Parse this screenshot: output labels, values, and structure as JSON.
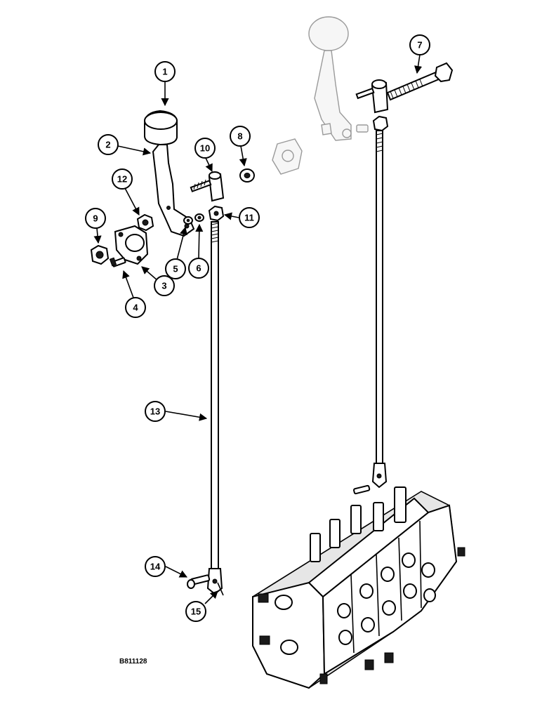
{
  "drawing_id": "B811128",
  "callouts": [
    {
      "label": "1"
    },
    {
      "label": "2"
    },
    {
      "label": "3"
    },
    {
      "label": "4"
    },
    {
      "label": "5"
    },
    {
      "label": "6"
    },
    {
      "label": "7"
    },
    {
      "label": "8"
    },
    {
      "label": "9"
    },
    {
      "label": "10"
    },
    {
      "label": "11"
    },
    {
      "label": "12"
    },
    {
      "label": "13"
    },
    {
      "label": "14"
    },
    {
      "label": "15"
    }
  ]
}
